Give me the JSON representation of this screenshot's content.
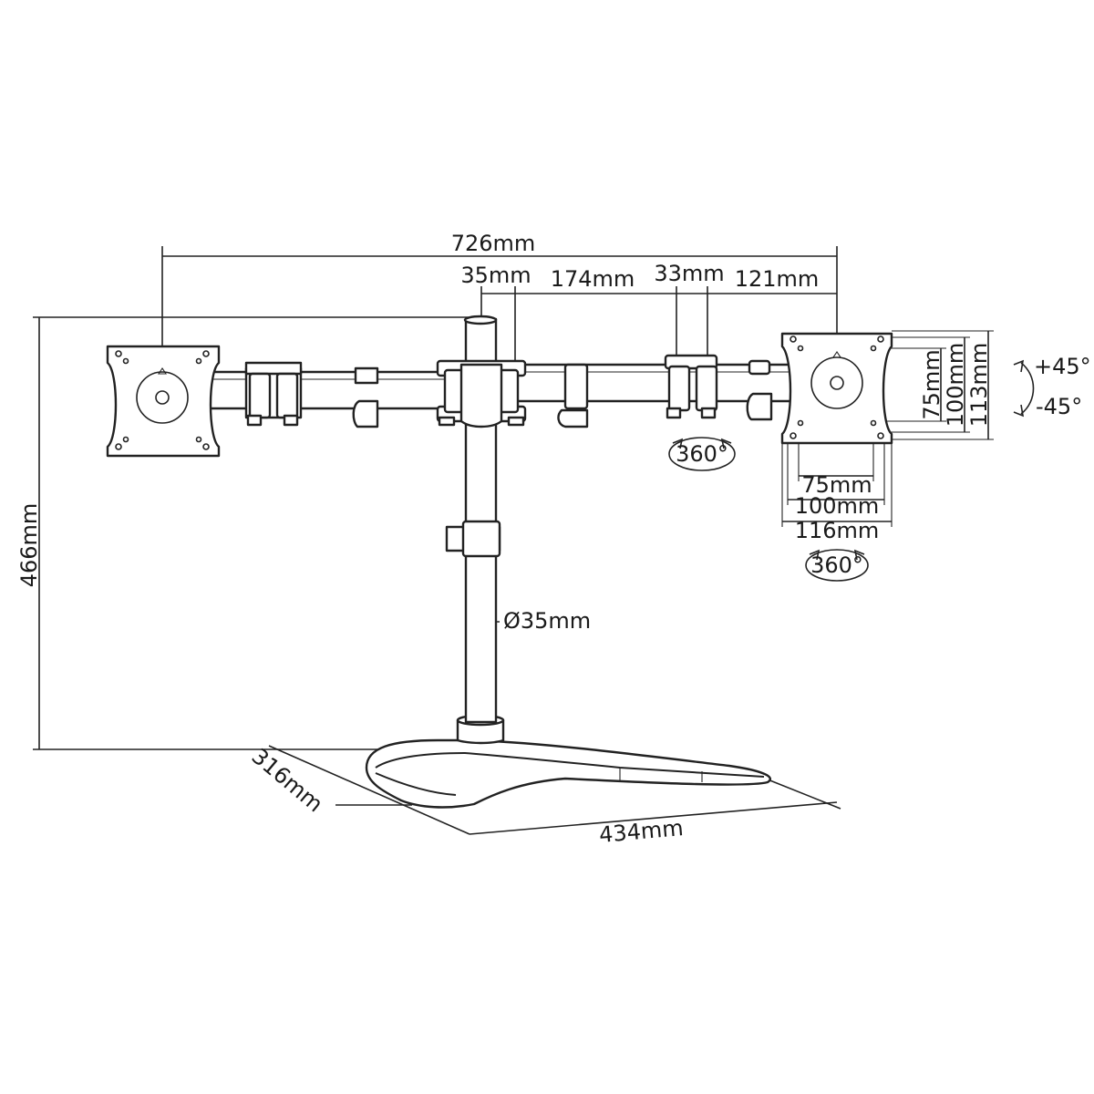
{
  "dimensions": {
    "overall_width": "726mm",
    "pole_width": "35mm",
    "inner_arm": "174mm",
    "joint": "33mm",
    "outer_arm": "121mm",
    "height": "466mm",
    "base_depth": "316mm",
    "base_width": "434mm",
    "pole_diameter": "Ø35mm",
    "vesa_h_small": "75mm",
    "vesa_h_medium": "100mm",
    "plate_width": "116mm",
    "vesa_v_small": "75mm",
    "vesa_v_medium": "100mm",
    "plate_height": "113mm"
  },
  "rotation": {
    "arm_swivel": "360°",
    "plate_rotation": "360°",
    "tilt_up": "+45°",
    "tilt_down": "-45°"
  }
}
